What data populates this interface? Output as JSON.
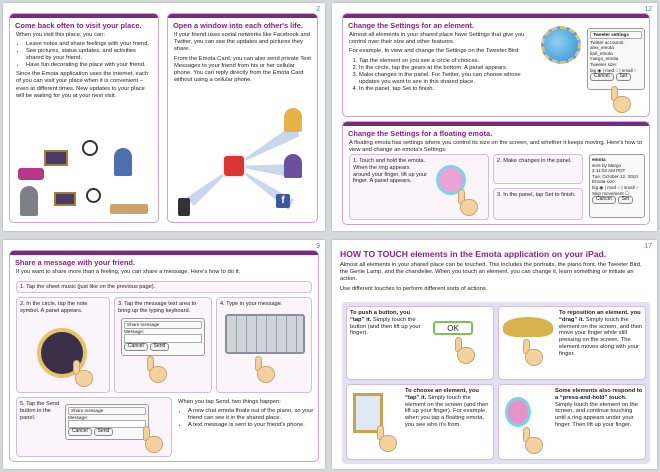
{
  "pages": {
    "p2": {
      "number": "2",
      "left": {
        "title": "Come back often to visit your place.",
        "intro": "When you visit this place, you can:",
        "bullets": [
          "Leave notes and share feelings with your friend.",
          "See pictures, status updates, and activities shared by your friend.",
          "Have fun decorating the place with your friend."
        ],
        "body": "Since the Emota application uses the internet, each of you can visit your place when it is convenient – even at different times. New updates to your place will be waiting for you at your next visit."
      },
      "right": {
        "title": "Open a window into each other's life.",
        "p1": "If your friend uses social networks like Facebook and Twitter, you can see the updates and pictures they share.",
        "p2": "From the Emota Card, you can also send private Text Messages to your friend from his or her cellular phone. You can reply directly from the Emota Card without using a cellular phone."
      }
    },
    "p12": {
      "number": "12",
      "settings": {
        "title": "Change the Settings for an element.",
        "intro": "Almost all elements in your shared place have Settings that give you control over their size and other features.",
        "example": "For example, to view and change the Settings on the Tweeter Bird:",
        "steps": [
          "Tap the element so you see a circle of choices.",
          "In the circle, tap the gears at the bottom. A panel appears.",
          "Make changes in the panel. For Twitter, you can choose whose updates you want to see in this shared place.",
          "In the panel, tap Set to finish."
        ],
        "dialog": {
          "title": "Tweeter settings",
          "label": "Twitter accounts:",
          "accounts": [
            "alex_emota",
            "karl_emota",
            "margo_emota"
          ],
          "size_label": "Tweeter size:",
          "size_value": "big ◉ | med ○ | small ○",
          "cancel": "Cancel",
          "set": "Set"
        }
      },
      "floating": {
        "title": "Change the Settings for a floating emota.",
        "intro": "A floating emota has settings where you control its size on the screen, and whether it keeps moving. Here's how to view and change an emota's Settings:",
        "step1": "Touch and hold the emota. When the ring appears around your finger, lift up your finger. A panel appears.",
        "step2": "Make changes in the panel.",
        "step3": "In the panel, tap Set to finish.",
        "n1": "1.",
        "n2": "2.",
        "n3": "3.",
        "dialog": {
          "title": "emota",
          "from": "sent by Margo",
          "time": "2:11:03 AM PDT",
          "date": "Tue, October 12, 2010",
          "size_label": "Emota size:",
          "size_value": "big ◉ | med ○ | small ○",
          "skip": "Skip movement ☐",
          "cancel": "Cancel",
          "set": "Set"
        }
      }
    },
    "p9": {
      "number": "9",
      "title": "Share a message with your friend.",
      "intro": "If you want to share more than a feeling, you can share a message. Here's how to do it:",
      "step1": "1.  Tap the sheet music (just like on the previous page).",
      "step2": "2.  In the circle, tap the note symbol. A panel appears.",
      "step3": "3.  Tap the message text area to bring up the typing keyboard.",
      "step4": "4.  Type in your message.",
      "step5": "5.  Tap the Send button in the panel.",
      "share_panel": {
        "title": "Share message",
        "label": "Message:",
        "cancel": "Cancel",
        "send": "Send"
      },
      "after": "When you tap Send, two things happen:",
      "after_bullets": [
        "A new chat emota floats out of the piano, so your friend can see it in the shared place.",
        "A text message is sent to your friend's phone."
      ]
    },
    "p17": {
      "number": "17",
      "title": "HOW TO TOUCH elements in the Emota application on your iPad.",
      "intro": "Almost all elements in your shared place can be touched. This includes the portraits, the piano front, the Tweeter Bird, the Genie Lamp, and the chandelier. When you touch an element, you can change it, learn something or initiate an action.",
      "intro2": "Use different touches to perform different sorts of actions.",
      "push": {
        "bold": "To push a button, you “tap” it.",
        "rest": " Simply touch the button (and then lift up your finger).",
        "ok": "OK"
      },
      "reposition": {
        "bold": "To reposition an element, you “drag” it.",
        "rest": " Simply touch the element on the screen, and then move your finger while still pressing on the screen. The element moves along with your finger."
      },
      "choose": {
        "bold": "To choose an element, you “tap” it.",
        "rest": " Simply touch the element on the screen (and then lift up your finger). For example, when you tap a floating emota, you see who it's from."
      },
      "press": {
        "bold": "Some elements also respond to a “press-and-hold” touch.",
        "rest": " Simply touch the element on the screen, and continue touching until a ring appears under your finger. Then lift up your finger."
      }
    }
  },
  "colors": {
    "accent": "#8c1e8a",
    "band": "#7a2a80",
    "page_number": "#5a7ab8",
    "border": "#c8a6cf"
  }
}
